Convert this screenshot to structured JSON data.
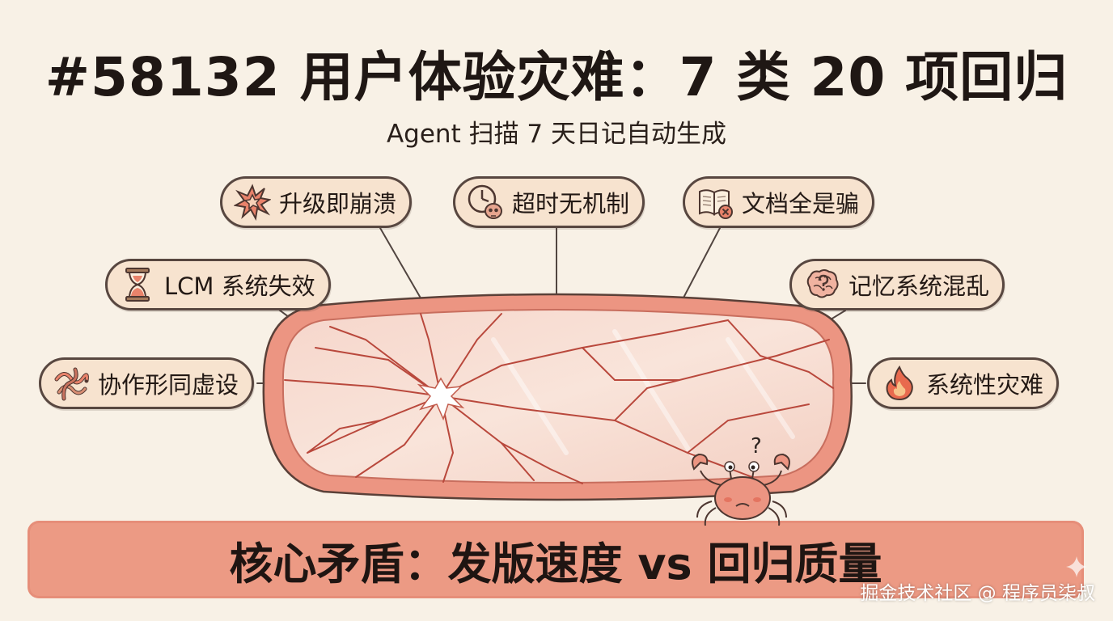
{
  "title": "#58132 用户体验灾难：7 类 20 项回归",
  "subtitle": "Agent 扫描 7 天日记自动生成",
  "categories": [
    {
      "label": "升级即崩溃",
      "icon": "explosion-icon"
    },
    {
      "label": "超时无机制",
      "icon": "clock-skull-icon"
    },
    {
      "label": "文档全是骗",
      "icon": "book-error-icon"
    },
    {
      "label": "LCM 系统失效",
      "icon": "hourglass-icon"
    },
    {
      "label": "记忆系统混乱",
      "icon": "confused-brain-icon"
    },
    {
      "label": "协作形同虚设",
      "icon": "tangled-worms-icon"
    },
    {
      "label": "系统性灾难",
      "icon": "fire-icon"
    }
  ],
  "center_image": "cracked-mirror",
  "mascot": {
    "icon": "crab-mascot-icon",
    "question_mark": "?"
  },
  "banner": "核心矛盾：发版速度 vs 回归质量",
  "watermark": "掘金技术社区 @ 程序员柒叔",
  "colors": {
    "background": "#f8f1e6",
    "pill_fill": "#f7e3cf",
    "pill_border": "#584740",
    "banner": "#ec9a84",
    "mirror_frame": "#e98a76",
    "crack": "#b9483c"
  }
}
